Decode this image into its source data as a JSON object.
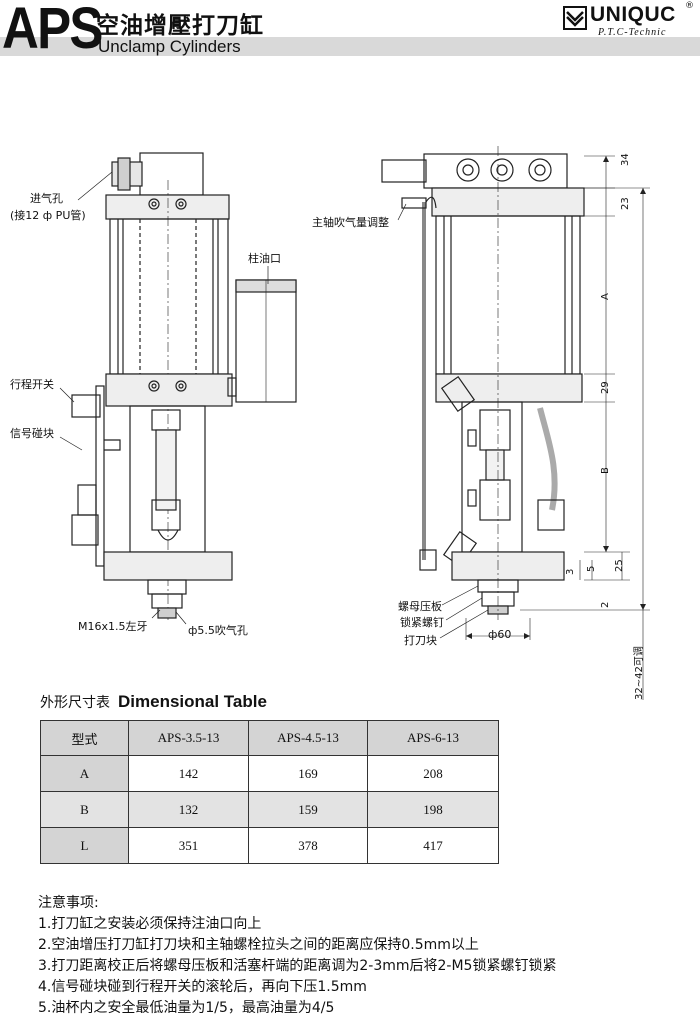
{
  "header": {
    "model_code": "APS",
    "title_cn": "空油增壓打刀缸",
    "title_en": "Unclamp Cylinders",
    "brand": "UNIQUC",
    "brand_sub": "P.T.C-Technic",
    "registered_mark": "®"
  },
  "drawing": {
    "left_labels": {
      "air_inlet": "进气孔",
      "air_inlet_note": "(接12 ф PU管)",
      "oil_port": "柱油口",
      "stroke_switch": "行程开关",
      "signal_block": "信号碰块",
      "thread": "M16x1.5左牙",
      "blow_hole": "ф5.5吹气孔"
    },
    "right_labels": {
      "spindle_blow_adjust": "主轴吹气量调整",
      "nut_plate": "螺母压板",
      "lock_screw": "锁紧螺钉",
      "knock_block": "打刀块",
      "diameter": "ф60"
    },
    "dimensions": {
      "d34": "34",
      "d23": "23",
      "dA": "A",
      "d29": "29",
      "dB": "B",
      "d25": "25",
      "d5": "5",
      "d3": "3",
      "d2": "2",
      "adjust": "32~42可调"
    }
  },
  "table": {
    "title_cn": "外形尺寸表",
    "title_en": "Dimensional Table",
    "header": [
      "型式",
      "APS-3.5-13",
      "APS-4.5-13",
      "APS-6-13"
    ],
    "rows": [
      [
        "A",
        "142",
        "169",
        "208"
      ],
      [
        "B",
        "132",
        "159",
        "198"
      ],
      [
        "L",
        "351",
        "378",
        "417"
      ]
    ]
  },
  "notes": {
    "title": "注意事项:",
    "items": [
      "1.打刀缸之安装必须保持注油口向上",
      "2.空油增压打刀缸打刀块和主轴螺栓拉头之间的距离应保持0.5mm以上",
      "3.打刀距离校正后将螺母压板和活塞杆端的距离调为2-3mm后将2-M5锁紧螺钉锁紧",
      "4.信号碰块碰到行程开关的滚轮后，再向下压1.5mm",
      "5.油杯内之安全最低油量为1/5，最高油量为4/5"
    ]
  }
}
